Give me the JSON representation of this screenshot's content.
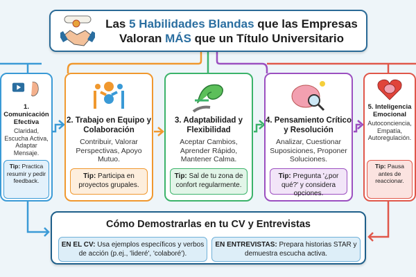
{
  "header": {
    "title_pre": "Las ",
    "title_hl1": "5 Habilidades Blandas",
    "title_mid": " que las Empresas",
    "title_l2_pre": "Valoran ",
    "title_hl2": "MÁS",
    "title_l2_post": " que un Título Universitario",
    "icon": "diploma-handshake-icon"
  },
  "cards": [
    {
      "title": "1. Comunicación Efectiva",
      "body": "Claridad, Escucha Activa, Adaptar Mensaje.",
      "tip_label": "Tip:",
      "tip": " Practica resumir y pedir feedback.",
      "color": "#3a9ad6",
      "tip_bg": "#e3f1fb",
      "icon": "speech-ear-icon"
    },
    {
      "title": "2. Trabajo en Equipo y Colaboración",
      "body": "Contribuir, Valorar Perspectivas, Apoyo Mutuo.",
      "tip_label": "Tip:",
      "tip": " Participa en proyectos grupales.",
      "color": "#f0982e",
      "tip_bg": "#fdeedd",
      "icon": "teamwork-gears-icon"
    },
    {
      "title": "3. Adaptabilidad y Flexibilidad",
      "body": "Aceptar Cambios, Aprender Rápido, Mantener Calma.",
      "tip_label": "Tip:",
      "tip": " Sal de tu zona de confort regularmente.",
      "color": "#3bb36a",
      "tip_bg": "#e2f5e8",
      "icon": "chameleon-icon"
    },
    {
      "title": "4. Pensamiento Crítico y Resolución",
      "body": "Analizar, Cuestionar Suposiciones, Proponer Soluciones.",
      "tip_label": "Tip:",
      "tip": " Pregunta '¿por qué?' y considera opciones.",
      "color": "#9b4fc0",
      "tip_bg": "#f2e5f8",
      "icon": "brain-magnifier-icon"
    },
    {
      "title": "5. Inteligencia Emocional",
      "body": "Autoconciencia, Empatía, Autoregulación.",
      "tip_label": "Tip:",
      "tip": " Pausa antes de reaccionar.",
      "color": "#e0574a",
      "tip_bg": "#fbe3e0",
      "icon": "heart-brain-icon"
    }
  ],
  "bottom": {
    "title": "Cómo Demostrarlas en tu CV y Entrevistas",
    "cv_label": "EN EL CV:",
    "cv_text": " Usa ejemplos específicos y verbos de acción (p.ej., 'lideré', 'colaboré').",
    "int_label": "EN ENTREVISTAS:",
    "int_text": " Prepara historias STAR y demuestra escucha activa."
  }
}
